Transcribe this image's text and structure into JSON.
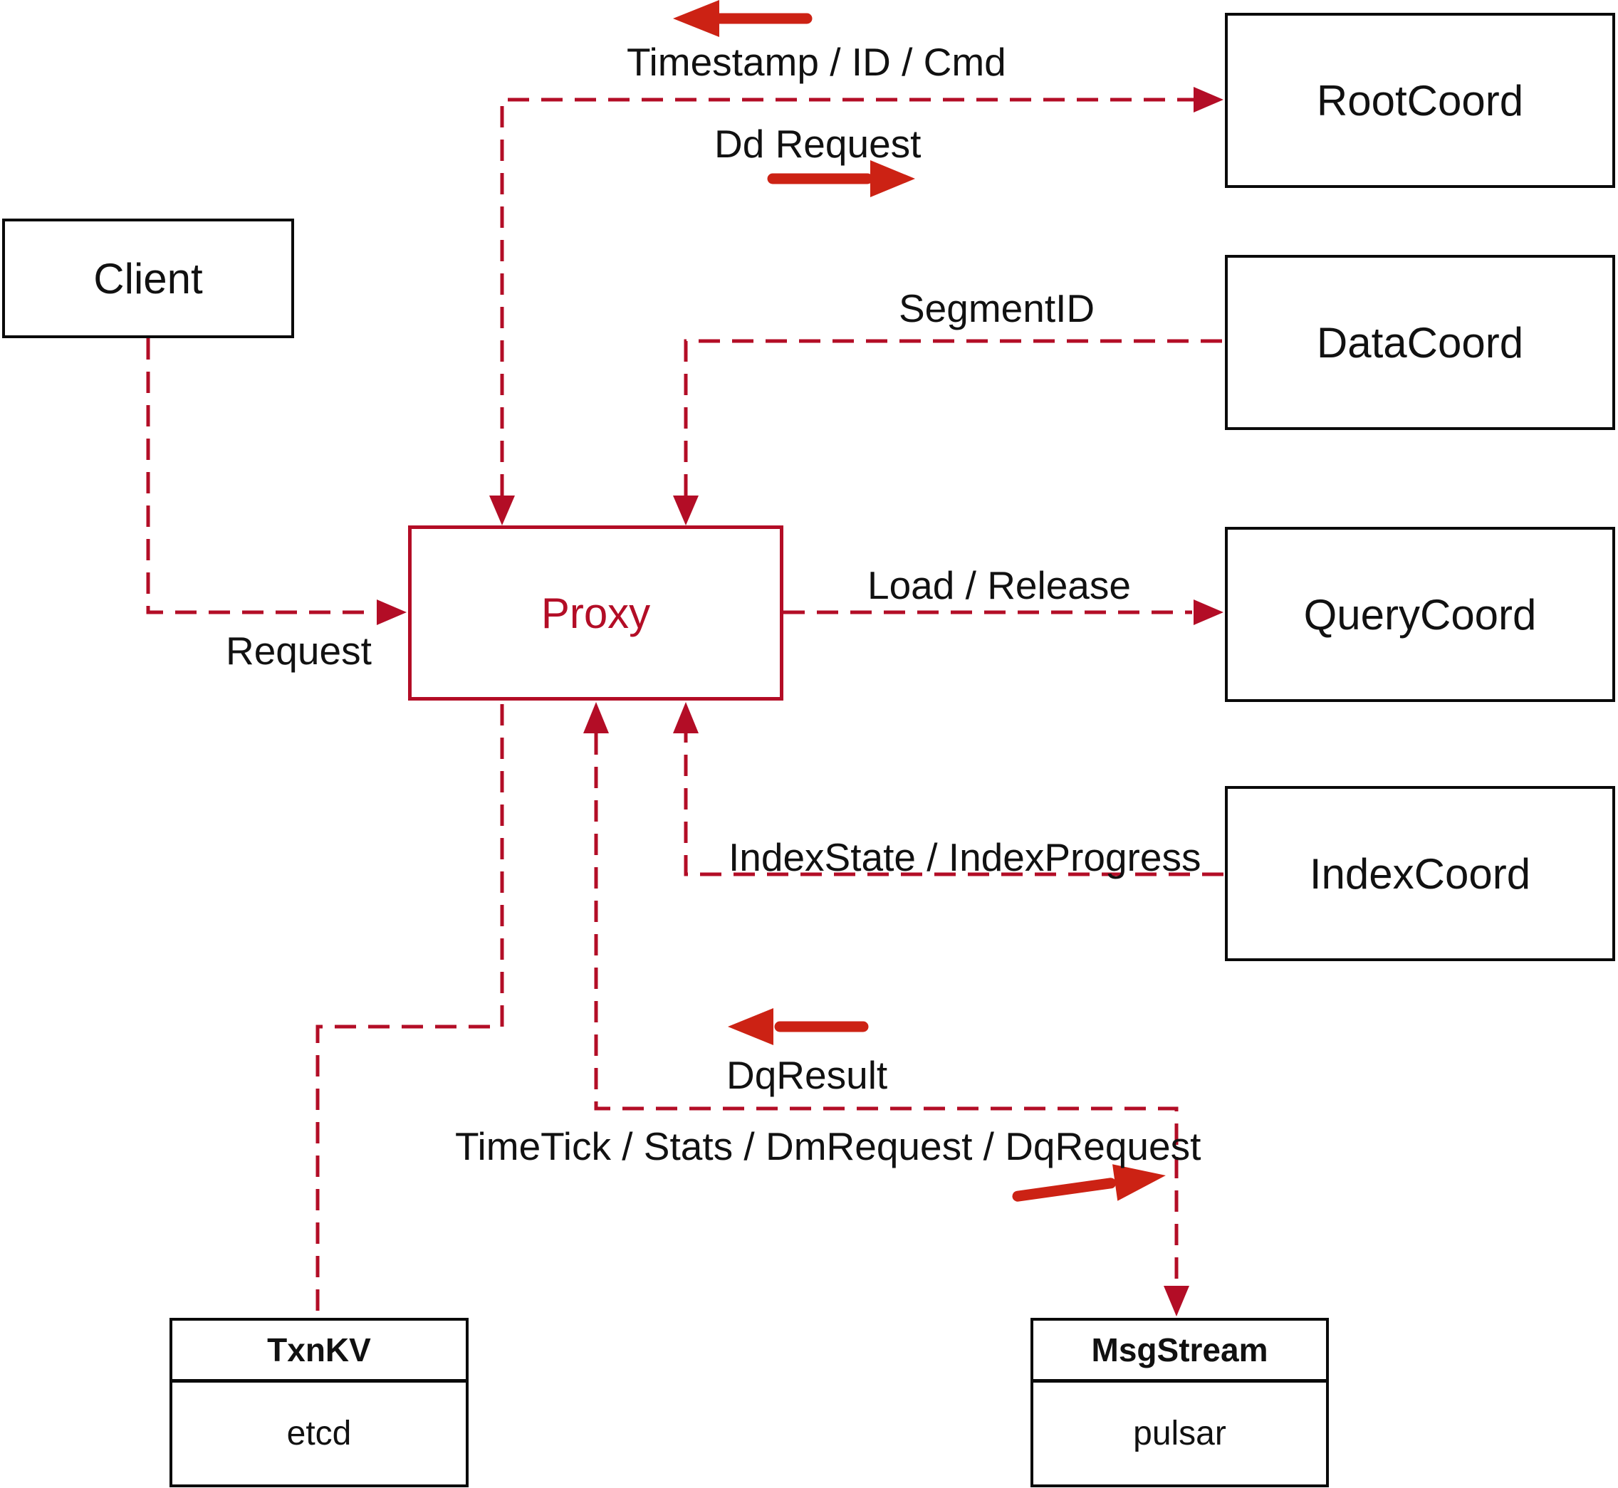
{
  "colors": {
    "dashed_line": "#b30d26",
    "solid_arrow": "#cc2214",
    "box_border": "#0a0a0a",
    "text": "#111111",
    "background": "#ffffff"
  },
  "nodes": {
    "client": {
      "label": "Client"
    },
    "proxy": {
      "label": "Proxy"
    },
    "root_coord": {
      "label": "RootCoord"
    },
    "data_coord": {
      "label": "DataCoord"
    },
    "query_coord": {
      "label": "QueryCoord"
    },
    "index_coord": {
      "label": "IndexCoord"
    },
    "txn_kv": {
      "title": "TxnKV",
      "impl": "etcd"
    },
    "msg_stream": {
      "title": "MsgStream",
      "impl": "pulsar"
    }
  },
  "edge_labels": {
    "timestamp_id_cmd": "Timestamp / ID / Cmd",
    "dd_request": "Dd Request",
    "segment_id": "SegmentID",
    "request": "Request",
    "load_release": "Load / Release",
    "index_state_progress": "IndexState / IndexProgress",
    "dq_result": "DqResult",
    "timetick_stats": "TimeTick / Stats / DmRequest / DqRequest"
  }
}
